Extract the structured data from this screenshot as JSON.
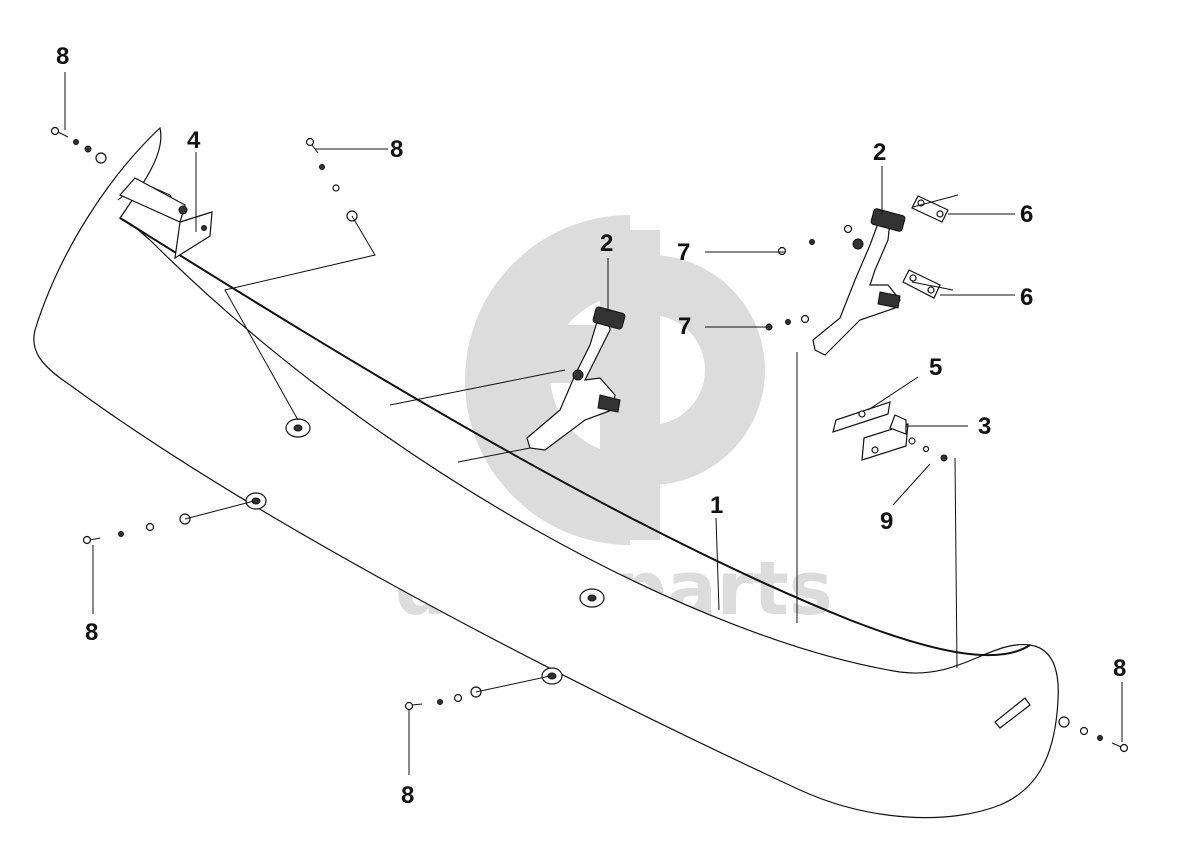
{
  "watermark": {
    "text": "data-parts",
    "color": "#dcdcdc"
  },
  "callouts": {
    "c1": "1",
    "c2a": "2",
    "c2b": "2",
    "c3": "3",
    "c4": "4",
    "c5": "5",
    "c6a": "6",
    "c6b": "6",
    "c7a": "7",
    "c7b": "7",
    "c8a": "8",
    "c8b": "8",
    "c8c": "8",
    "c8d": "8",
    "c8e": "8",
    "c9": "9"
  },
  "colors": {
    "line": "#111111",
    "background": "#ffffff"
  }
}
